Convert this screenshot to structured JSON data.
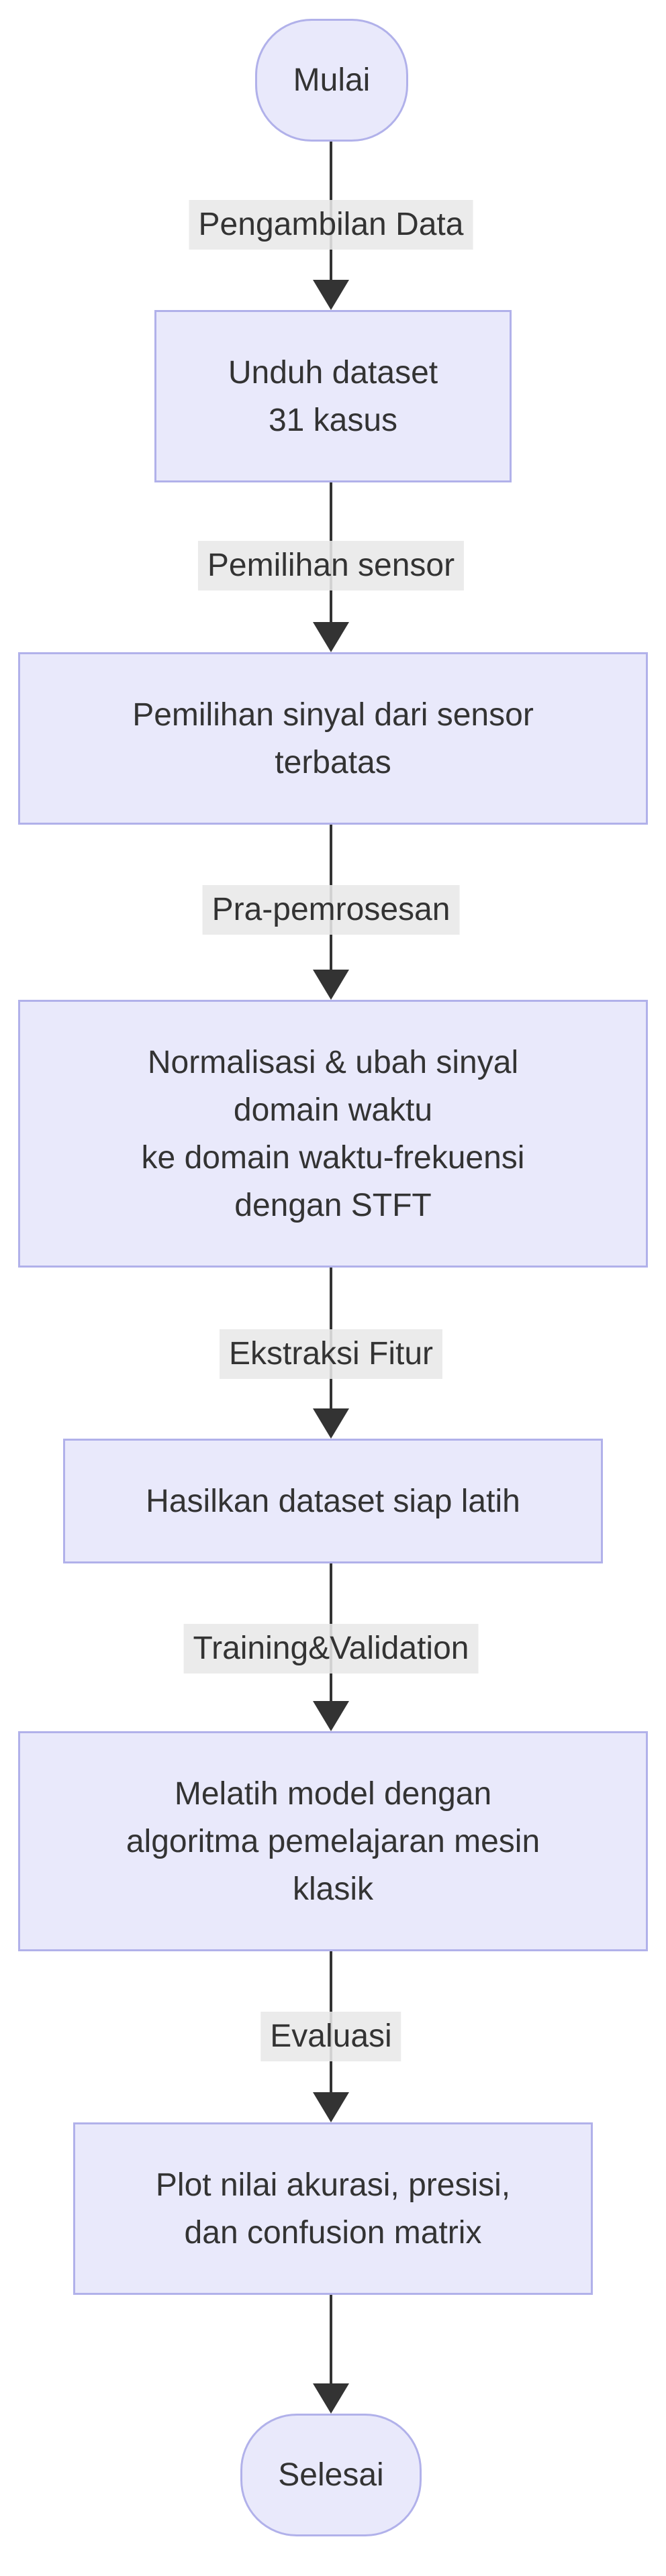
{
  "diagram": {
    "type": "flowchart-top-down",
    "nodes": {
      "start": {
        "shape": "stadium",
        "label": "Mulai"
      },
      "unduh": {
        "shape": "rect",
        "lines": [
          "Unduh dataset",
          "31 kasus"
        ]
      },
      "pemilihan": {
        "shape": "rect",
        "lines": [
          "Pemilihan sinyal dari sensor",
          "terbatas"
        ]
      },
      "normalisasi": {
        "shape": "rect",
        "lines": [
          "Normalisasi & ubah sinyal",
          "domain waktu",
          "ke domain waktu-frekuensi",
          "dengan STFT"
        ]
      },
      "hasilkan": {
        "shape": "rect",
        "lines": [
          "Hasilkan dataset siap latih"
        ]
      },
      "melatih": {
        "shape": "rect",
        "lines": [
          "Melatih model dengan",
          "algoritma pemelajaran mesin",
          "klasik"
        ]
      },
      "plot": {
        "shape": "rect",
        "lines": [
          "Plot nilai akurasi, presisi,",
          "dan confusion matrix"
        ]
      },
      "end": {
        "shape": "stadium",
        "label": "Selesai"
      }
    },
    "edge_labels": {
      "e1": "Pengambilan Data",
      "e2": "Pemilihan sensor",
      "e3": "Pra-pemrosesan",
      "e4": "Ekstraksi Fitur",
      "e5": "Training&Validation",
      "e6": "Evaluasi"
    },
    "colors": {
      "node_fill": "#E9E9FB",
      "node_border": "#B1B1EA",
      "edge_label_bg": "rgba(232,232,232,0.88)",
      "line": "#333333",
      "text": "#333333"
    }
  }
}
